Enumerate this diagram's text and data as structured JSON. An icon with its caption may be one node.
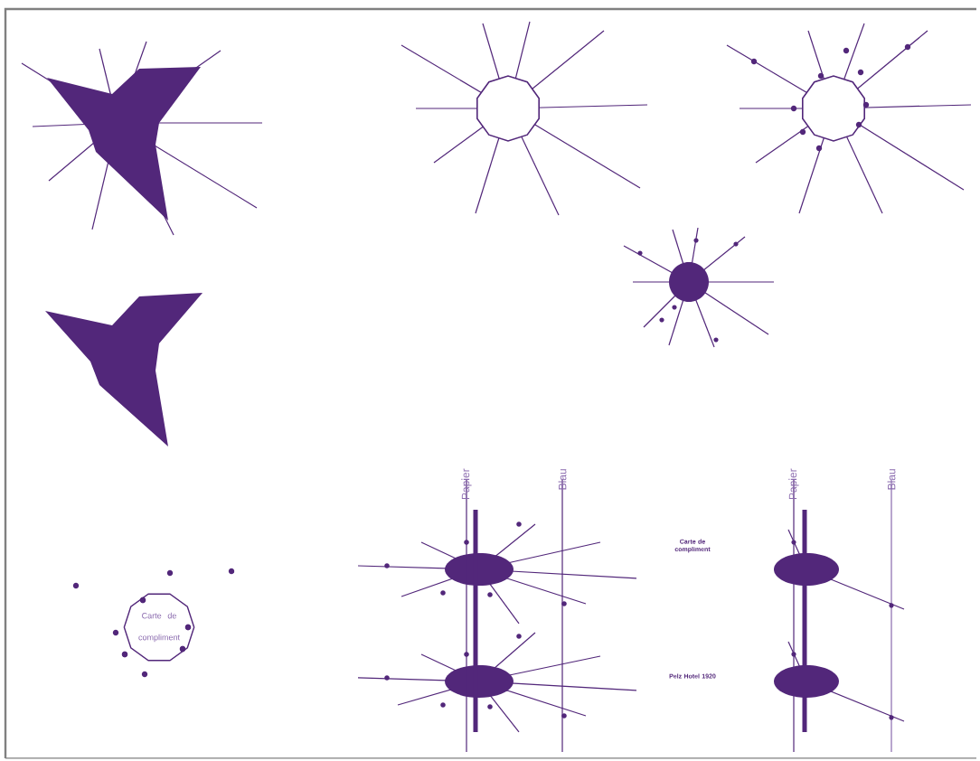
{
  "diagram": {
    "nodes": [
      {
        "text": [
          "Carte de compliment"
        ]
      }
    ],
    "labels": [
      "Papier",
      "Blau",
      "Carte de compliment",
      "Papier",
      "Blau",
      "Pelz Hotel 1920"
    ]
  }
}
